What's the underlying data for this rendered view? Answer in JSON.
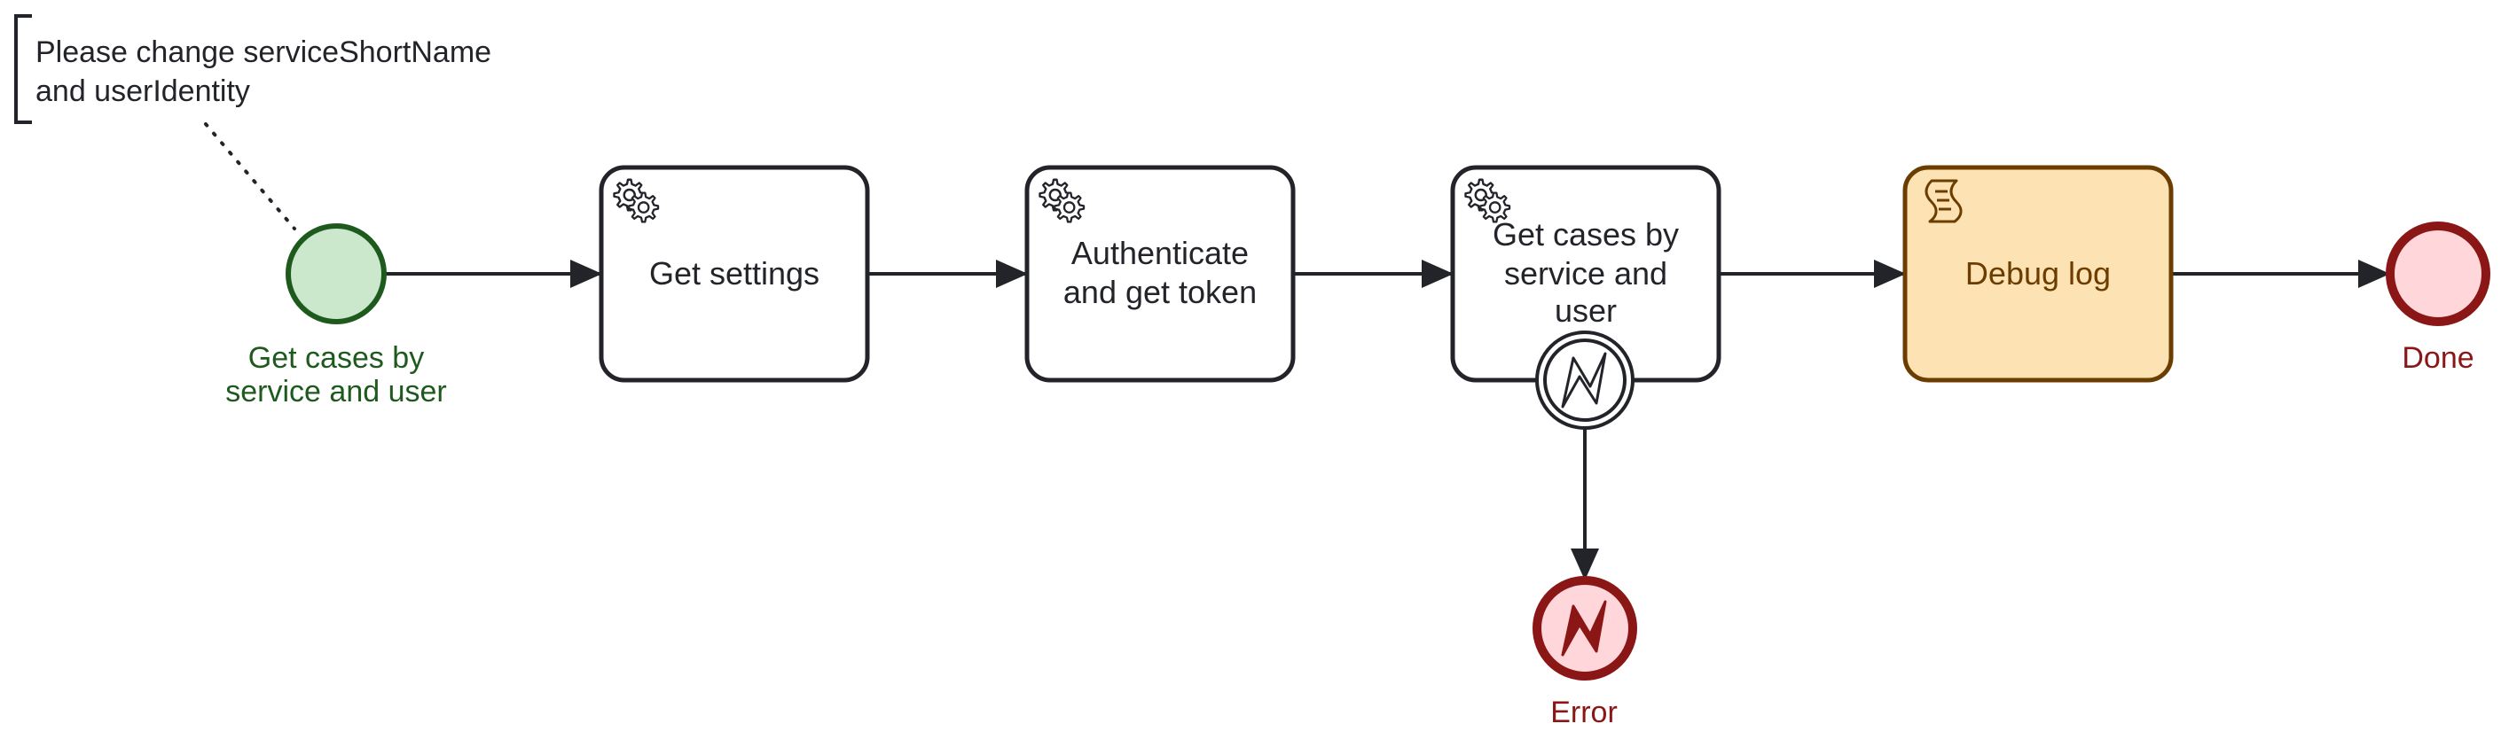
{
  "annotation": {
    "lines": [
      "Please change serviceShortName",
      "and userIdentity"
    ]
  },
  "events": {
    "start": {
      "label_lines": [
        "Get cases by",
        "service and user"
      ]
    },
    "end": {
      "label": "Done"
    },
    "error_end": {
      "label": "Error"
    }
  },
  "tasks": {
    "get_settings": {
      "lines": [
        "Get settings"
      ],
      "icon": "service-task-gears-icon"
    },
    "authenticate": {
      "lines": [
        "Authenticate",
        "and get token"
      ],
      "icon": "service-task-gears-icon"
    },
    "get_cases": {
      "lines": [
        "Get cases by",
        "service and",
        "user"
      ],
      "icon": "service-task-gears-icon"
    },
    "debug_log": {
      "lines": [
        "Debug log"
      ],
      "icon": "script-task-scroll-icon"
    }
  },
  "colors": {
    "stroke": "#22242a",
    "start_fill": "#cce8cc",
    "start_stroke": "#1e5a1e",
    "end_fill": "#ffd6da",
    "end_stroke": "#8a1616",
    "script_fill": "#fde3b3",
    "script_stroke": "#6b3d00",
    "script_text": "#6b3d00"
  }
}
